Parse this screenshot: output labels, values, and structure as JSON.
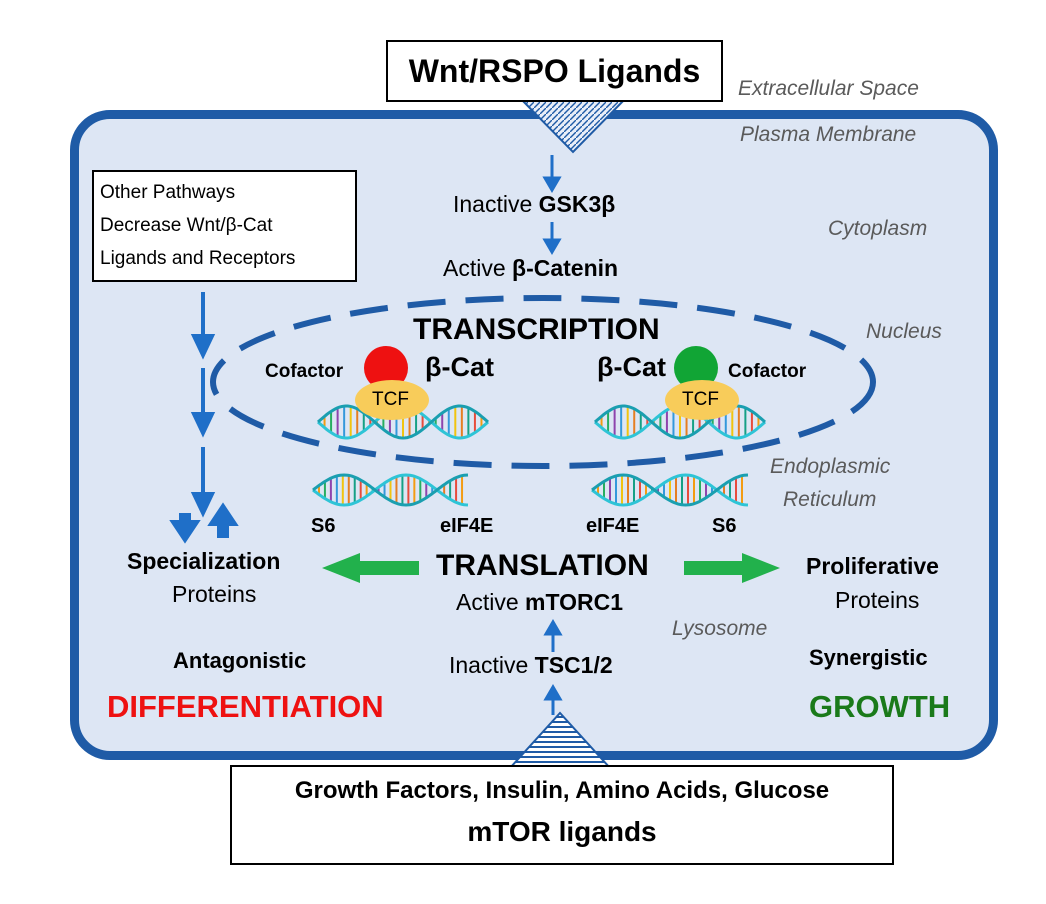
{
  "wnt_box": {
    "label": "Wnt/RSPO Ligands"
  },
  "regions": {
    "extracellular": "Extracellular Space",
    "membrane": "Plasma Membrane",
    "cytoplasm": "Cytoplasm",
    "nucleus": "Nucleus",
    "er_line1": "Endoplasmic",
    "er_line2": "Reticulum",
    "lysosome": "Lysosome"
  },
  "other_pathways": {
    "line1": "Other Pathways",
    "line2": "Decrease Wnt/β-Cat",
    "line3": "Ligands and Receptors"
  },
  "gsk": {
    "prefix": "Inactive ",
    "name": "GSK3β"
  },
  "catenin": {
    "prefix": "Active ",
    "name": "β-Catenin"
  },
  "transcription": "TRANSCRIPTION",
  "left_complex": {
    "cofactor": "Cofactor",
    "bcat": "β-Cat",
    "tcf": "TCF"
  },
  "right_complex": {
    "cofactor": "Cofactor",
    "bcat": "β-Cat",
    "tcf": "TCF"
  },
  "translation_factors": {
    "s6_left": "S6",
    "eif_left": "eIF4E",
    "eif_right": "eIF4E",
    "s6_right": "S6"
  },
  "translation": "TRANSLATION",
  "mtorc": {
    "prefix": "Active ",
    "name": "mTORC1"
  },
  "tsc": {
    "prefix": "Inactive ",
    "name": "TSC1/2"
  },
  "specialization": {
    "title": "Specialization",
    "sub": "Proteins"
  },
  "proliferative": {
    "title": "Proliferative",
    "sub": "Proteins"
  },
  "antagonistic": "Antagonistic",
  "synergistic": "Synergistic",
  "differentiation": "DIFFERENTIATION",
  "growth": "GROWTH",
  "mtor_box": {
    "line1": "Growth Factors, Insulin, Amino Acids, Glucose",
    "line2": "mTOR ligands"
  },
  "colors": {
    "membrane": "#1f5ba6",
    "cytoplasm": "#dde6f4",
    "arrow_blue": "#1f6fc8",
    "green_arrow": "#22b14c",
    "red_circle": "#ee1111",
    "green_circle": "#11a535",
    "tcf": "#f8cc5a",
    "differentiation": "#ee1111",
    "growth": "#1a7a1a"
  }
}
